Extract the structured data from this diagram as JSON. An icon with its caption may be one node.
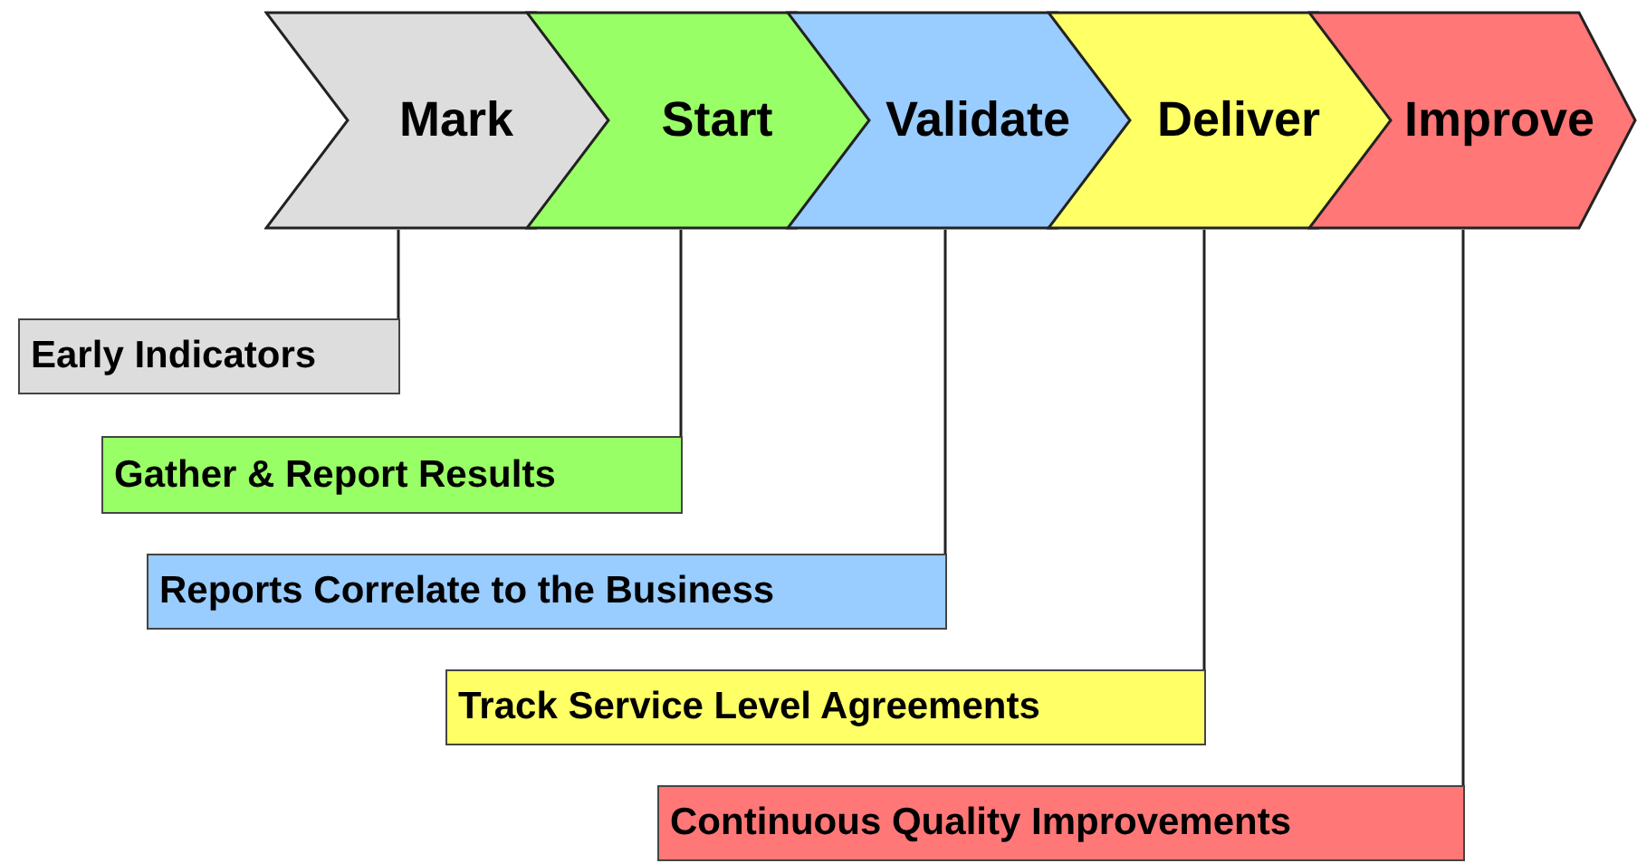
{
  "diagram": {
    "nodes": [
      {
        "text": [
          "Mark"
        ]
      },
      {
        "text": [
          "Start"
        ]
      },
      {
        "text": [
          "Validate"
        ]
      },
      {
        "text": [
          "Deliver"
        ]
      },
      {
        "text": [
          "Improve"
        ]
      },
      {
        "text": [
          "Early Indicators"
        ]
      },
      {
        "text": [
          "Gather & Report Results"
        ]
      },
      {
        "text": [
          "Reports Correlate to the Business"
        ]
      },
      {
        "text": [
          "Track Service Level Agreements"
        ]
      },
      {
        "text": [
          "Continuous Quality Improvements"
        ]
      }
    ],
    "edges": [
      {
        "from": 0,
        "to": 5,
        "arrow": "none"
      },
      {
        "from": 1,
        "to": 6,
        "arrow": "none"
      },
      {
        "from": 2,
        "to": 7,
        "arrow": "none"
      },
      {
        "from": 3,
        "to": 8,
        "arrow": "none"
      },
      {
        "from": 4,
        "to": 9,
        "arrow": "none"
      }
    ]
  }
}
